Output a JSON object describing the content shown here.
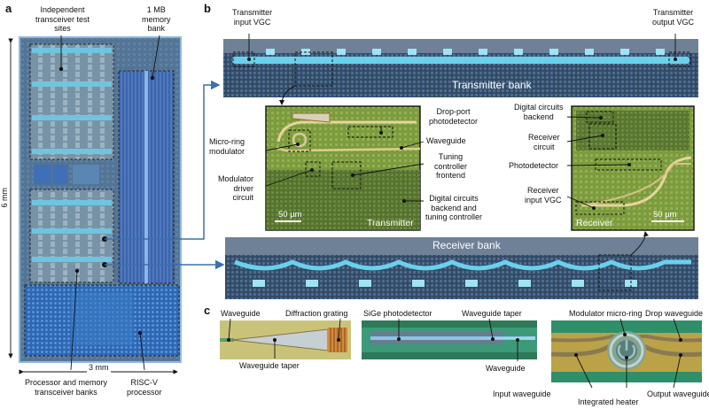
{
  "panel_letters": {
    "a": "a",
    "b": "b",
    "c": "c"
  },
  "panel_a": {
    "label_sites": "Independent\ntransceiver test\nsites",
    "label_memory": "1 MB\nmemory\nbank",
    "dim_vertical": "6 mm",
    "dim_horizontal": "3 mm",
    "label_proc_mem": "Processor and memory\ntransceiver banks",
    "label_riscv": "RISC-V\nprocessor"
  },
  "panel_b": {
    "tx_input_vgc": "Transmitter\ninput VGC",
    "tx_output_vgc": "Transmitter\noutput VGC",
    "transmitter_bank": "Transmitter bank",
    "receiver_bank": "Receiver bank",
    "tx_inset": {
      "micro_ring_modulator": "Micro-ring\nmodulator",
      "modulator_driver": "Modulator\ndriver\ncircuit",
      "drop_port_pd": "Drop-port\nphotodetector",
      "waveguide": "Waveguide",
      "tuning_frontend": "Tuning\ncontroller\nfrontend",
      "digital_backend_tuning": "Digital circuits\nbackend and\ntuning controller",
      "scale": "50 µm",
      "name": "Transmitter"
    },
    "rx_inset": {
      "digital_backend": "Digital circuits\nbackend",
      "receiver_circuit": "Receiver\ncircuit",
      "photodetector": "Photodetector",
      "receiver_input_vgc": "Receiver\ninput VGC",
      "scale": "50 µm",
      "name": "Receiver"
    }
  },
  "panel_c": {
    "waveguide_1": "Waveguide",
    "diffraction_grating": "Diffraction grating",
    "waveguide_taper_1": "Waveguide taper",
    "sige_pd": "SiGe photodetector",
    "waveguide_taper_2": "Waveguide taper",
    "waveguide_2": "Waveguide",
    "modulator_micro_ring": "Modulator micro-ring",
    "drop_waveguide": "Drop waveguide",
    "input_waveguide": "Input waveguide",
    "integrated_heater": "Integrated heater",
    "output_waveguide": "Output waveguide"
  },
  "colors": {
    "chip_blue": "#3d7fc4",
    "waveguide_cyan": "#5cc8e6",
    "die_dark": "#3e5a78",
    "inset_green": "#8ea84a",
    "callout_blue": "#3b6fb0"
  }
}
